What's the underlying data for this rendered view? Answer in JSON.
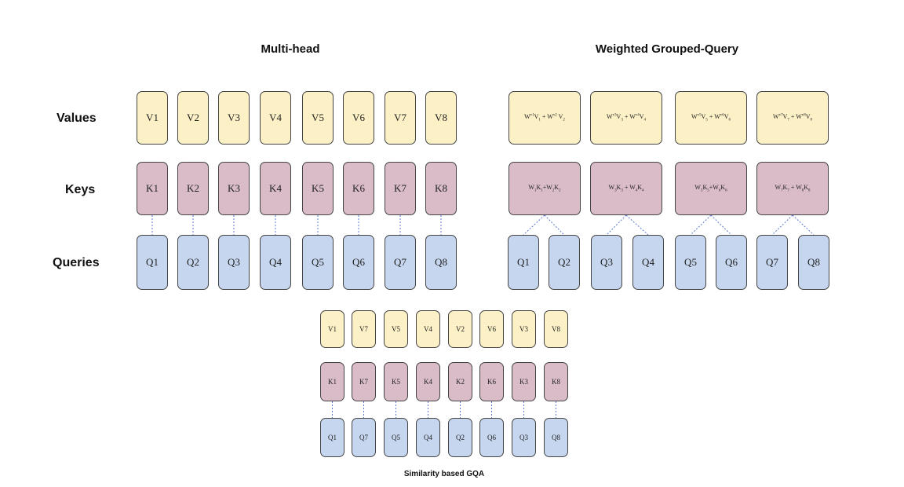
{
  "multi_head": {
    "title": "Multi-head",
    "row_labels": {
      "values": "Values",
      "keys": "Keys",
      "queries": "Queries"
    },
    "values": [
      [
        "V",
        "1"
      ],
      [
        "V",
        "2"
      ],
      [
        "V",
        "3"
      ],
      [
        "V",
        "4"
      ],
      [
        "V",
        "5"
      ],
      [
        "V",
        "6"
      ],
      [
        "V",
        "7"
      ],
      [
        "V",
        "8"
      ]
    ],
    "keys": [
      [
        "K",
        "1"
      ],
      [
        "K",
        "2"
      ],
      [
        "K",
        "3"
      ],
      [
        "K",
        "4"
      ],
      [
        "K",
        "5"
      ],
      [
        "K",
        "6"
      ],
      [
        "K",
        "7"
      ],
      [
        "K",
        "8"
      ]
    ],
    "queries": [
      [
        "Q",
        "1"
      ],
      [
        "Q",
        "2"
      ],
      [
        "Q",
        "3"
      ],
      [
        "Q",
        "4"
      ],
      [
        "Q",
        "5"
      ],
      [
        "Q",
        "6"
      ],
      [
        "Q",
        "7"
      ],
      [
        "Q",
        "8"
      ]
    ]
  },
  "weighted_gqa": {
    "title": "Weighted Grouped-Query",
    "values": [
      [
        [
          "W",
          "",
          "v1"
        ],
        [
          "V",
          "1"
        ],
        [
          " + "
        ],
        [
          "W",
          "",
          "v2"
        ],
        [
          " "
        ],
        [
          "V",
          "2"
        ]
      ],
      [
        [
          "W",
          "",
          "v3"
        ],
        [
          "V",
          "3"
        ],
        [
          " + "
        ],
        [
          "W",
          "",
          "v4"
        ],
        [
          "V",
          "4"
        ]
      ],
      [
        [
          "W",
          "",
          "v5"
        ],
        [
          "V",
          "5"
        ],
        [
          " + "
        ],
        [
          "W",
          "",
          "v6"
        ],
        [
          "V",
          "6"
        ]
      ],
      [
        [
          "W",
          "",
          "v7"
        ],
        [
          "V",
          "7"
        ],
        [
          " + "
        ],
        [
          "W",
          "",
          "v8"
        ],
        [
          "V",
          "8"
        ]
      ]
    ],
    "keys": [
      [
        [
          "W",
          "1"
        ],
        [
          "K",
          "1"
        ],
        [
          "+"
        ],
        [
          "W",
          "2"
        ],
        [
          "K",
          "2"
        ]
      ],
      [
        [
          "W",
          "3"
        ],
        [
          "K",
          "3"
        ],
        [
          " + "
        ],
        [
          "W",
          "4"
        ],
        [
          "K",
          "4"
        ]
      ],
      [
        [
          "W",
          "5"
        ],
        [
          "K",
          "5"
        ],
        [
          "+"
        ],
        [
          "W",
          "6"
        ],
        [
          "K",
          "6"
        ]
      ],
      [
        [
          "W",
          "7"
        ],
        [
          "K",
          "7"
        ],
        [
          " + "
        ],
        [
          "W",
          "8"
        ],
        [
          "K",
          "8"
        ]
      ]
    ],
    "queries": [
      [
        "Q",
        "1"
      ],
      [
        "Q",
        "2"
      ],
      [
        "Q",
        "3"
      ],
      [
        "Q",
        "4"
      ],
      [
        "Q",
        "5"
      ],
      [
        "Q",
        "6"
      ],
      [
        "Q",
        "7"
      ],
      [
        "Q",
        "8"
      ]
    ]
  },
  "similarity_gqa": {
    "caption": "Similarity based GQA",
    "values": [
      [
        "V",
        "1"
      ],
      [
        "V",
        "7"
      ],
      [
        "V",
        "5"
      ],
      [
        "V",
        "4"
      ],
      [
        "V",
        "2"
      ],
      [
        "V",
        "6"
      ],
      [
        "V",
        "3"
      ],
      [
        "V",
        "8"
      ]
    ],
    "keys": [
      [
        "K",
        "1"
      ],
      [
        "K",
        "7"
      ],
      [
        "K",
        "5"
      ],
      [
        "K",
        "4"
      ],
      [
        "K",
        "2"
      ],
      [
        "K",
        "6"
      ],
      [
        "K",
        "3"
      ],
      [
        "K",
        "8"
      ]
    ],
    "queries": [
      [
        "Q",
        "1"
      ],
      [
        "Q",
        "7"
      ],
      [
        "Q",
        "5"
      ],
      [
        "Q",
        "4"
      ],
      [
        "Q",
        "2"
      ],
      [
        "Q",
        "6"
      ],
      [
        "Q",
        "3"
      ],
      [
        "Q",
        "8"
      ]
    ]
  }
}
